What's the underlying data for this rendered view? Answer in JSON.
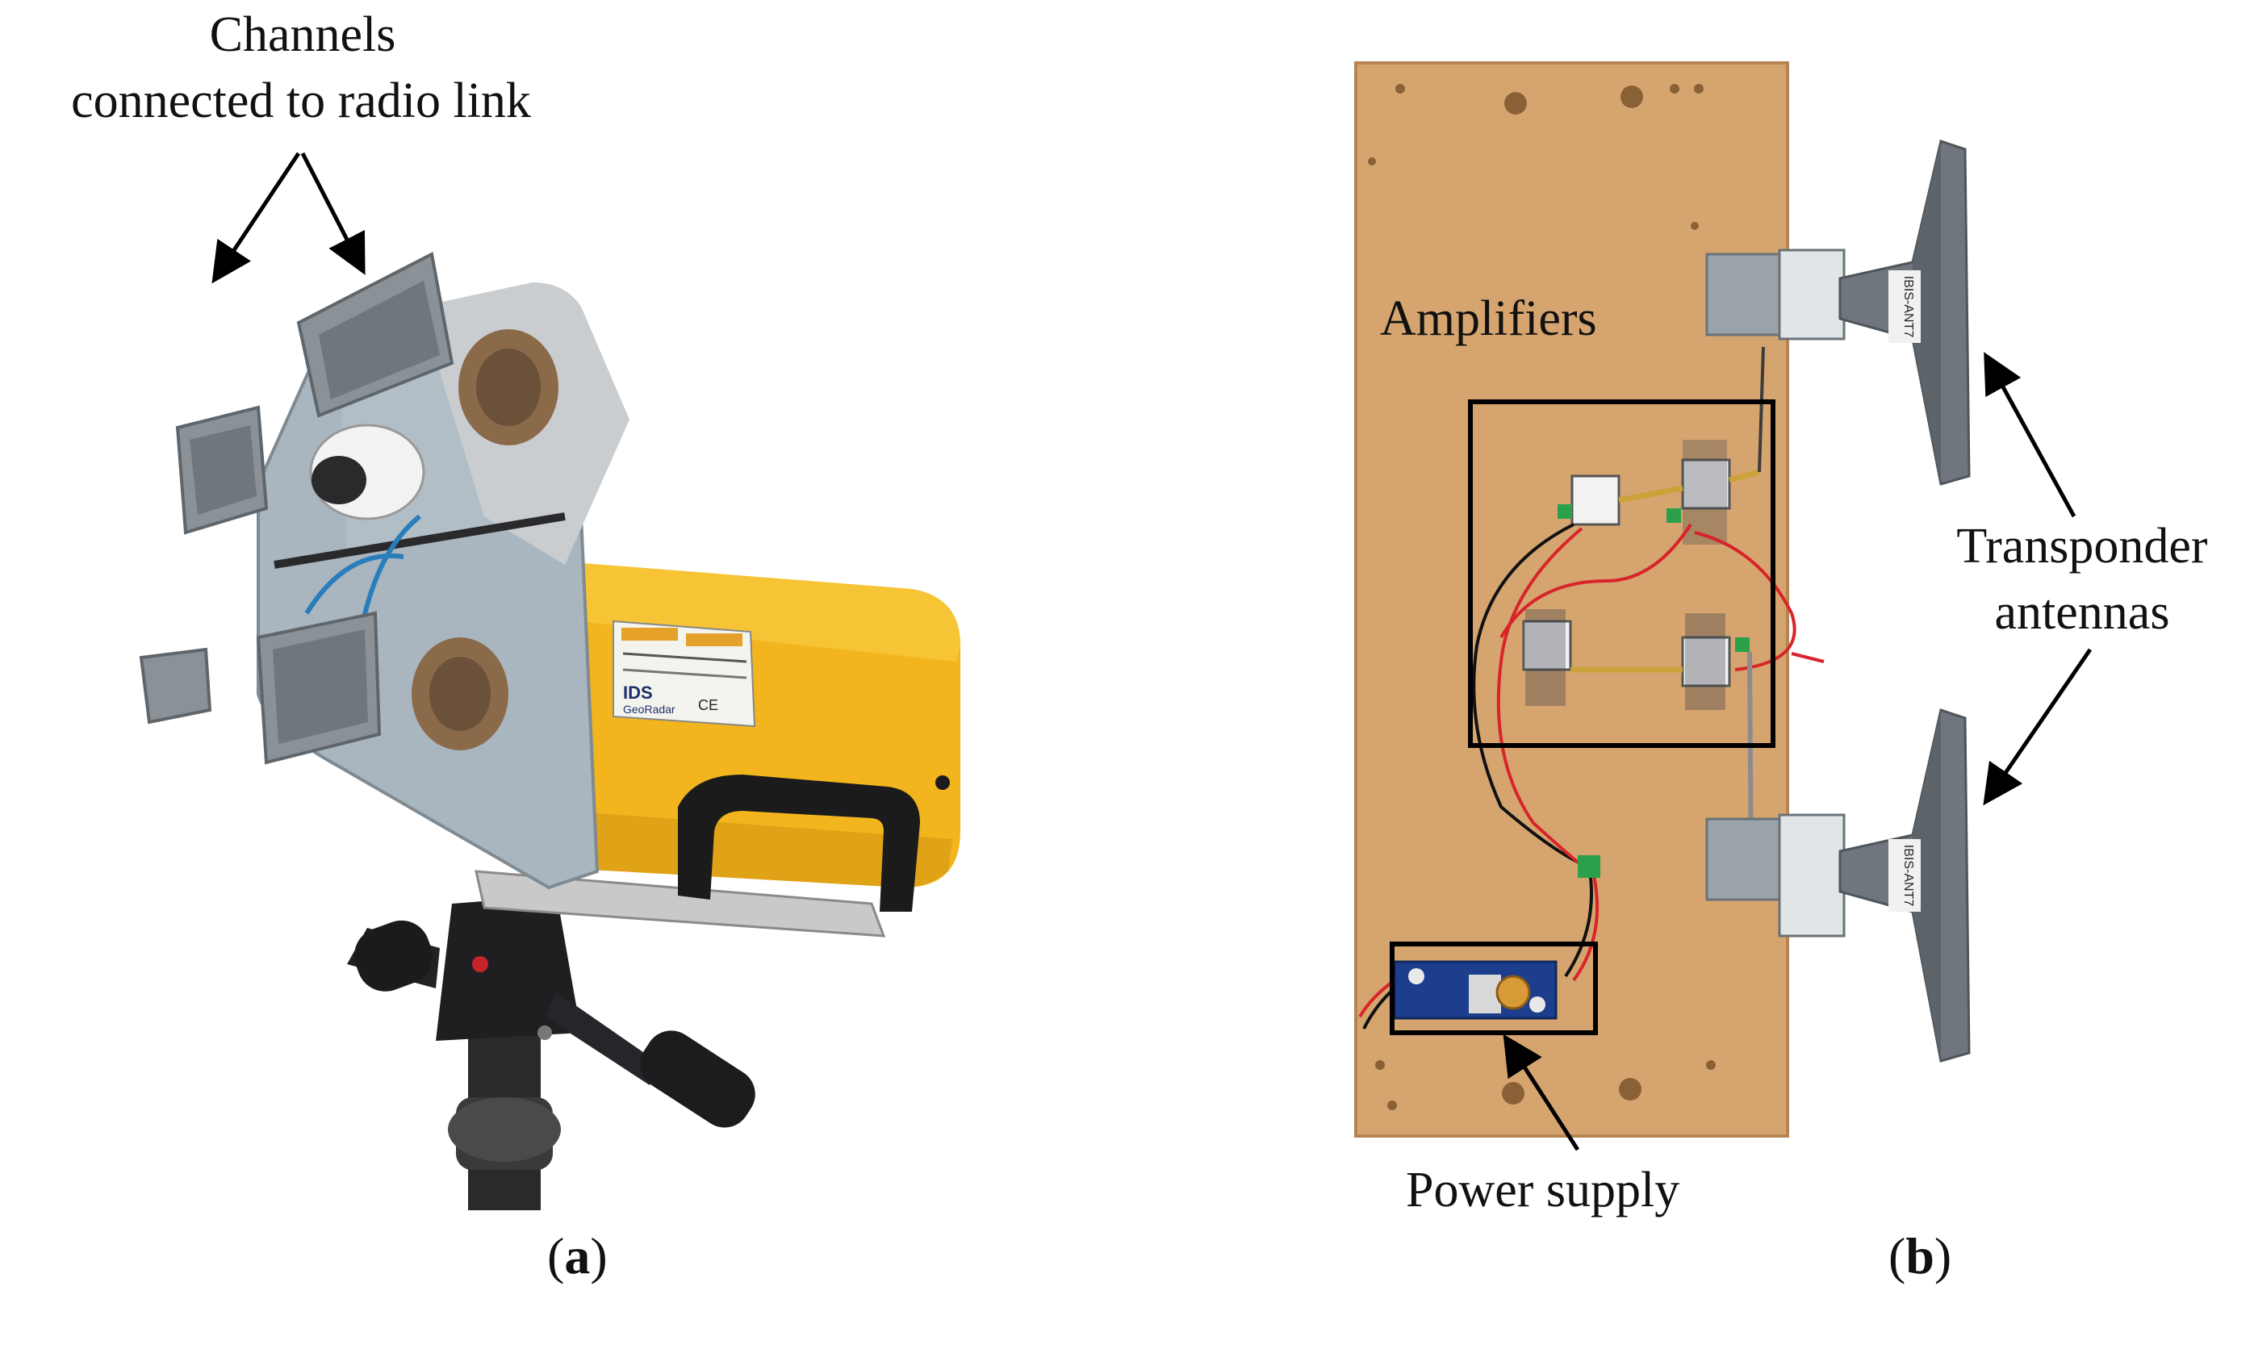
{
  "panel_a": {
    "annotation": {
      "line1": "Channels",
      "line2": "connected to radio link"
    },
    "caption": {
      "open": "(",
      "letter": "a",
      "close": ")"
    },
    "plate_labels": {
      "brand": "IDS",
      "sub": "GeoRadar",
      "marks": "CE"
    }
  },
  "panel_b": {
    "amplifiers_label": "Amplifiers",
    "transponder_label": {
      "line1": "Transponder",
      "line2": "antennas"
    },
    "power_supply_label": "Power supply",
    "antenna_tag_top": "IBIS-ANT7",
    "antenna_tag_bottom": "IBIS-ANT7",
    "caption": {
      "open": "(",
      "letter": "b",
      "close": ")"
    }
  },
  "colors": {
    "yellow_housing": "#f2b51e",
    "grey_panel": "#a9b6bf",
    "board_wood": "#d6a56f",
    "antenna_grey": "#6f767d",
    "annotation_black": "#000000",
    "cable_red": "#d8242a"
  }
}
